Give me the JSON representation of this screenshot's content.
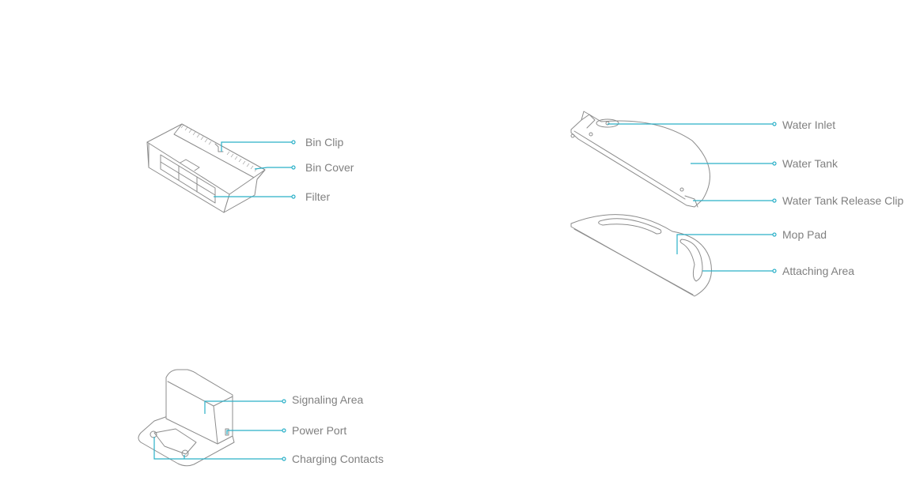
{
  "colors": {
    "leader": "#2ab0c8",
    "outline": "#8c8c8c",
    "text": "#808080",
    "background": "#ffffff"
  },
  "dustbin": {
    "labels": {
      "bin_clip": "Bin Clip",
      "bin_cover": "Bin Cover",
      "filter": "Filter"
    }
  },
  "mop_assembly": {
    "labels": {
      "water_inlet": "Water Inlet",
      "water_tank": "Water Tank",
      "water_tank_release_clip": "Water Tank Release Clip",
      "mop_pad": "Mop Pad",
      "attaching_area": "Attaching Area"
    }
  },
  "charging_dock": {
    "labels": {
      "signaling_area": "Signaling Area",
      "power_port": "Power Port",
      "charging_contacts": "Charging Contacts"
    }
  }
}
